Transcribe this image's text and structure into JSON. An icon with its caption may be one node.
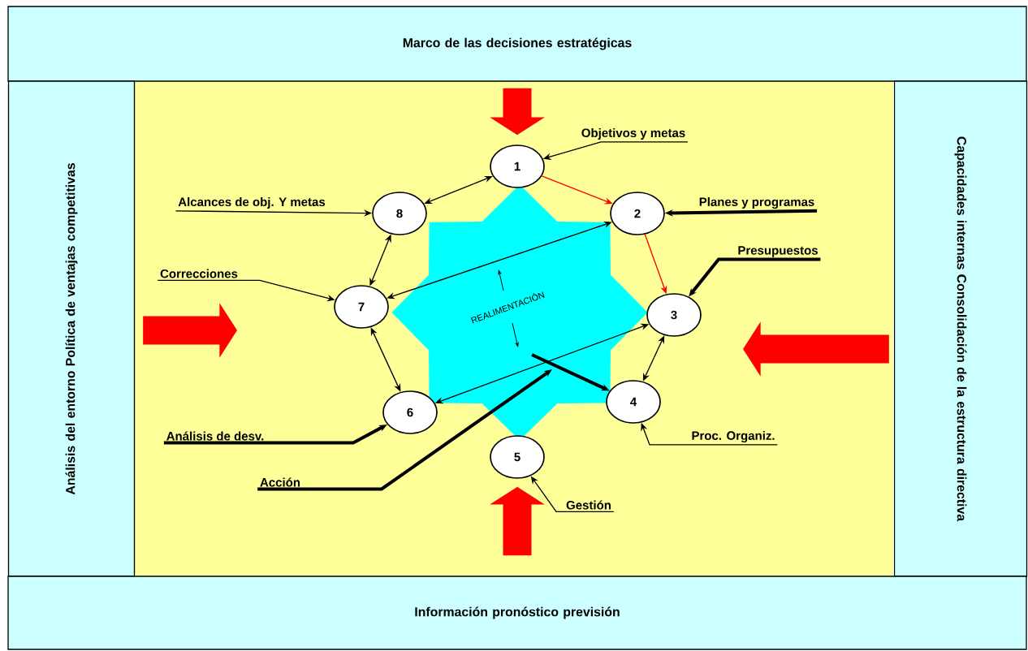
{
  "diagram": {
    "nodes": [
      {
        "text": [
          "Marco de las decisiones estratégicas"
        ]
      },
      {
        "text": [
          "Análisis del entorno Política de ventajas competitivas"
        ]
      },
      {
        "text": [
          "Capacidades internas Consolidación de la estructura directiva"
        ]
      },
      {
        "text": [
          "Información pronóstico previsión"
        ]
      },
      {
        "text": [
          "1"
        ]
      },
      {
        "text": [
          "2"
        ]
      },
      {
        "text": [
          "3"
        ]
      },
      {
        "text": [
          "4"
        ]
      },
      {
        "text": [
          "5"
        ]
      },
      {
        "text": [
          "6"
        ]
      },
      {
        "text": [
          "7"
        ]
      },
      {
        "text": [
          "8"
        ]
      },
      {
        "text": [
          "Objetivos y metas"
        ]
      },
      {
        "text": [
          "Planes y programas"
        ]
      },
      {
        "text": [
          "Presupuestos"
        ]
      },
      {
        "text": [
          "Proc. Organiz."
        ]
      },
      {
        "text": [
          "Gestión"
        ]
      },
      {
        "text": [
          "Análisis de desv."
        ]
      },
      {
        "text": [
          "Acción"
        ]
      },
      {
        "text": [
          "Correcciones"
        ]
      },
      {
        "text": [
          "Alcances de obj. Y metas"
        ]
      }
    ],
    "edges": [
      {
        "from": 4,
        "to": 11,
        "arrow": "both"
      },
      {
        "from": 11,
        "to": 10,
        "arrow": "both"
      },
      {
        "from": 10,
        "to": 9,
        "arrow": "both"
      },
      {
        "from": 6,
        "to": 7,
        "arrow": "both"
      },
      {
        "from": 4,
        "to": 5,
        "arrow": "to",
        "color": "#ff0000"
      },
      {
        "from": 5,
        "to": 6,
        "arrow": "to",
        "color": "#ff0000"
      },
      {
        "from": 10,
        "to": 5,
        "arrow": "both"
      },
      {
        "from": 9,
        "to": 6,
        "arrow": "both"
      },
      {
        "from": null,
        "to": 7,
        "arrow": "to",
        "style": "thick"
      },
      {
        "from": 12,
        "to": 4,
        "arrow": "to"
      },
      {
        "from": 13,
        "to": 5,
        "arrow": "to",
        "style": "thick"
      },
      {
        "from": 14,
        "to": 6,
        "arrow": "to",
        "style": "thick"
      },
      {
        "from": 15,
        "to": 7,
        "arrow": "to"
      },
      {
        "from": 16,
        "to": 8,
        "arrow": "to"
      },
      {
        "from": 17,
        "to": 9,
        "arrow": "to",
        "style": "thick"
      },
      {
        "from": 18,
        "to": null,
        "arrow": "to",
        "style": "thick"
      },
      {
        "from": 19,
        "to": 10,
        "arrow": "to"
      },
      {
        "from": 20,
        "to": 11,
        "arrow": "to"
      },
      {
        "from": 0,
        "to": 4,
        "arrow": "to",
        "style": "thick",
        "color": "#ff0000"
      },
      {
        "from": 3,
        "to": 8,
        "arrow": "to",
        "style": "thick",
        "color": "#ff0000"
      },
      {
        "from": 1,
        "to": null,
        "arrow": "to",
        "style": "thick",
        "color": "#ff0000"
      },
      {
        "from": 2,
        "to": null,
        "arrow": "to",
        "style": "thick",
        "color": "#ff0000"
      }
    ],
    "labels": [
      "REALIMENTACIÓN"
    ]
  }
}
